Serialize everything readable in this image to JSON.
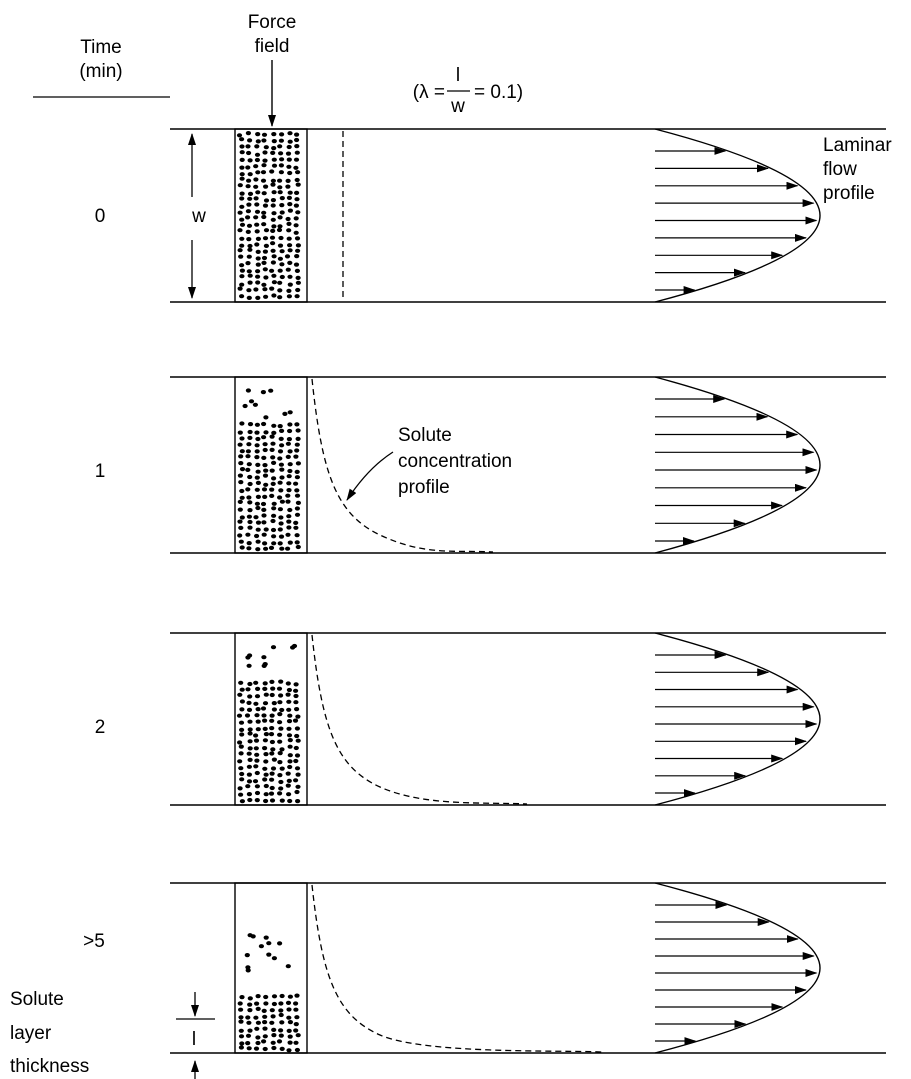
{
  "header": {
    "time_label_line1": "Time",
    "time_label_line2": "(min)",
    "force_label_line1": "Force",
    "force_label_line2": "field",
    "lambda_prefix": "(λ =",
    "lambda_numerator": "l",
    "lambda_denominator": "w",
    "lambda_suffix": "= 0.1)"
  },
  "panels": [
    {
      "time": "0"
    },
    {
      "time": "1"
    },
    {
      "time": "2"
    },
    {
      "time": ">5"
    }
  ],
  "annotations": {
    "width_symbol": "w",
    "laminar_line1": "Laminar",
    "laminar_line2": "flow",
    "laminar_line3": "profile",
    "solute_line1": "Solute",
    "solute_line2": "concentration",
    "solute_line3": "profile",
    "layer_line1": "Solute",
    "layer_line2": "layer",
    "layer_line3": "thickness",
    "layer_symbol": "l"
  }
}
